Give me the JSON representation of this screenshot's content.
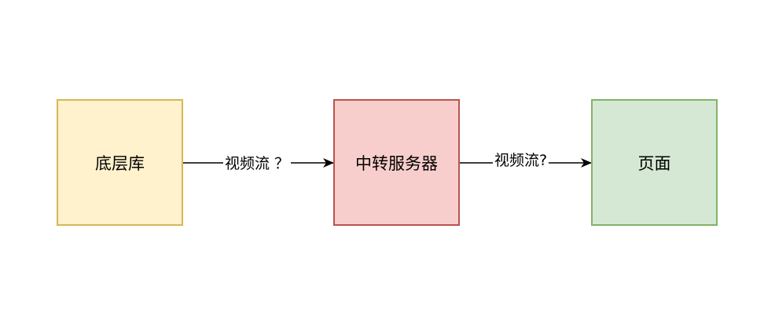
{
  "nodes": [
    {
      "id": "source",
      "label": "底层库",
      "fill": "#fff2cc",
      "stroke": "#d6b656"
    },
    {
      "id": "relay",
      "label": "中转服务器",
      "fill": "#f8cecc",
      "stroke": "#b85450"
    },
    {
      "id": "page",
      "label": "页面",
      "fill": "#d5e8d4",
      "stroke": "#82b366"
    }
  ],
  "edges": [
    {
      "from": "source",
      "to": "relay",
      "label": "视频流 ？"
    },
    {
      "from": "relay",
      "to": "page",
      "label": "视频流?"
    }
  ],
  "colors": {
    "edge": "#000000",
    "background": "#ffffff"
  }
}
